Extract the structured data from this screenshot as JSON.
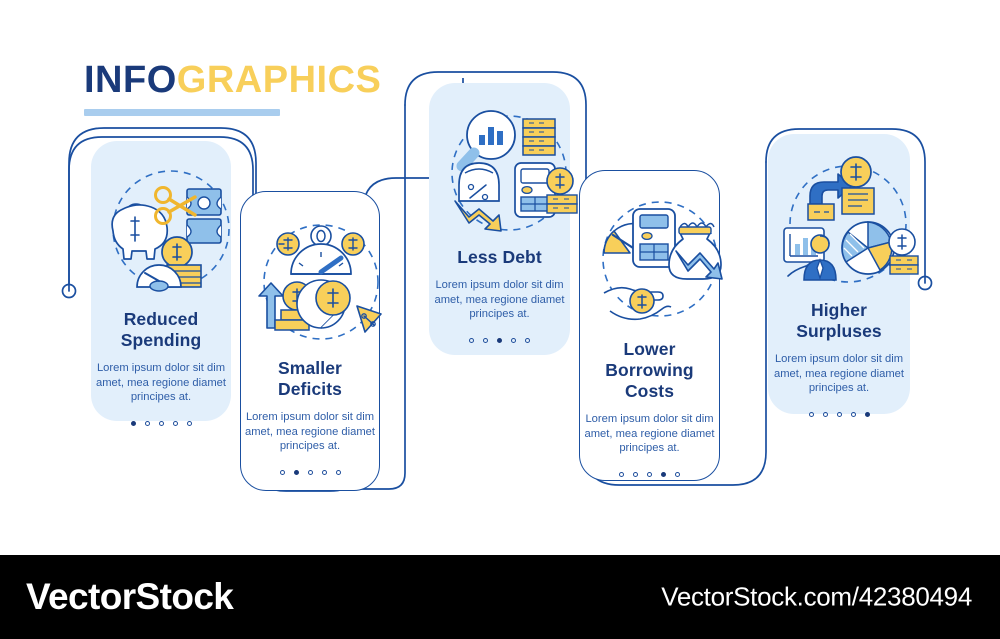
{
  "header": {
    "title_part1": "INFO",
    "title_part2": "GRAPHICS",
    "rule_color": "#a9cdee",
    "color_dark": "#1a3a7a",
    "color_gold": "#f8cf5a"
  },
  "palette": {
    "navy": "#1a3a7a",
    "blue": "#2f6fc4",
    "blue_stroke": "#1a4fa0",
    "light_blue_fill": "#e2effb",
    "mid_blue_fill": "#8fc0ea",
    "yellow": "#f8cf5a",
    "white": "#ffffff",
    "black": "#000000"
  },
  "steps": [
    {
      "index": 1,
      "title": "Reduced\nSpending",
      "body": "Lorem ipsum dolor sit dim amet, mea regione diamet principes at.",
      "style": "filled",
      "dots": [
        true,
        false,
        false,
        false,
        false
      ],
      "icon_name": "piggy-bank-scissors-coins-icon"
    },
    {
      "index": 2,
      "title": "Smaller\nDeficits",
      "body": "Lorem ipsum dolor sit dim amet, mea regione diamet principes at.",
      "style": "outline",
      "dots": [
        false,
        true,
        false,
        false,
        false
      ],
      "icon_name": "gauge-arrow-piechart-percent-icon"
    },
    {
      "index": 3,
      "title": "Less Debt",
      "body": "Lorem ipsum dolor sit dim amet, mea regione diamet principes at.",
      "style": "filled",
      "dots": [
        false,
        false,
        true,
        false,
        false
      ],
      "icon_name": "magnifier-chart-calculator-downarrow-icon"
    },
    {
      "index": 4,
      "title": "Lower\nBorrowing\nCosts",
      "body": "Lorem ipsum dolor sit dim amet, mea regione diamet principes at.",
      "style": "outline",
      "dots": [
        false,
        false,
        false,
        true,
        false
      ],
      "icon_name": "calculator-moneybag-hands-coin-icon"
    },
    {
      "index": 5,
      "title": "Higher\nSurpluses",
      "body": "Lorem ipsum dolor sit dim amet, mea regione diamet principes at.",
      "style": "filled",
      "dots": [
        false,
        false,
        false,
        false,
        true
      ],
      "icon_name": "uparrow-presenter-piechart-coins-icon"
    }
  ],
  "footer": {
    "logo": "VectorStock",
    "url": "VectorStock.com/42380494"
  }
}
